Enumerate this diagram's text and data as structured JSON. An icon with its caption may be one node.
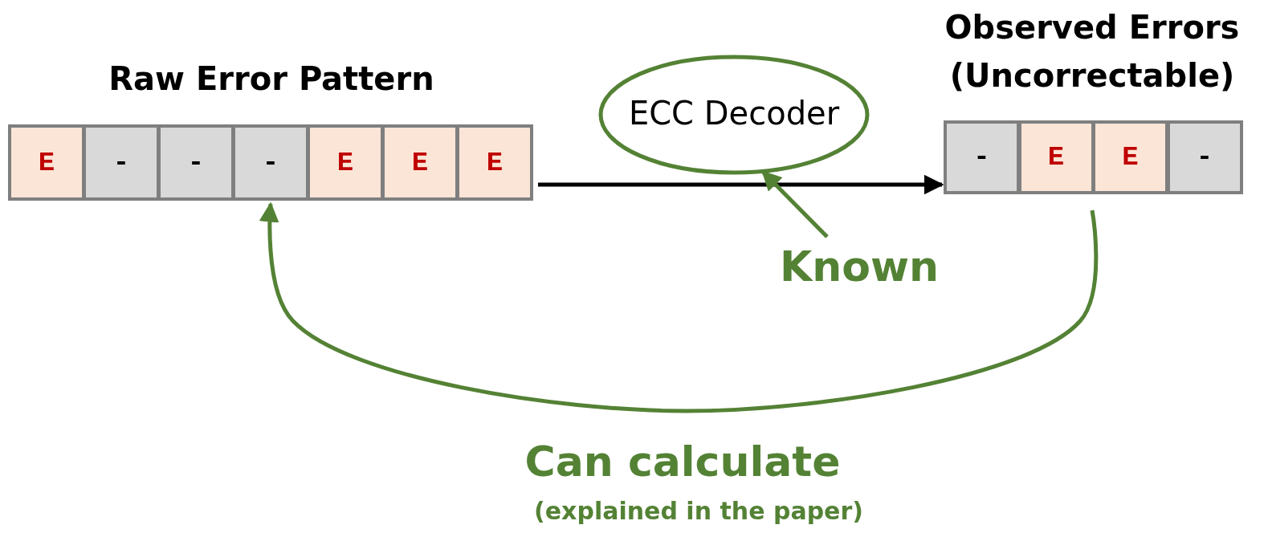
{
  "diagram": {
    "nodes": [
      {
        "text": [
          "Raw Error Pattern"
        ]
      },
      {
        "text": [
          "E"
        ],
        "in": 0
      },
      {
        "text": [
          "-"
        ],
        "in": 0
      },
      {
        "text": [
          "-"
        ],
        "in": 0
      },
      {
        "text": [
          "-"
        ],
        "in": 0
      },
      {
        "text": [
          "E"
        ],
        "in": 0
      },
      {
        "text": [
          "E"
        ],
        "in": 0
      },
      {
        "text": [
          "E"
        ],
        "in": 0
      },
      {
        "text": [
          "ECC Decoder"
        ]
      },
      {
        "text": [
          "Observed Errors (Uncorrectable)"
        ]
      },
      {
        "text": [
          "-"
        ],
        "in": 9
      },
      {
        "text": [
          "E"
        ],
        "in": 9
      },
      {
        "text": [
          "E"
        ],
        "in": 9
      },
      {
        "text": [
          "-"
        ],
        "in": 9
      },
      {
        "text": [
          "Known"
        ]
      }
    ],
    "edges": [
      {
        "from": 0,
        "to": 9,
        "arrow": "to",
        "color": "#000000"
      },
      {
        "from": 14,
        "to": 8,
        "arrow": "to"
      },
      {
        "from": 9,
        "to": 4,
        "arrow": "to"
      }
    ],
    "labels": [
      "Can calculate",
      "(explained in the paper)"
    ]
  }
}
